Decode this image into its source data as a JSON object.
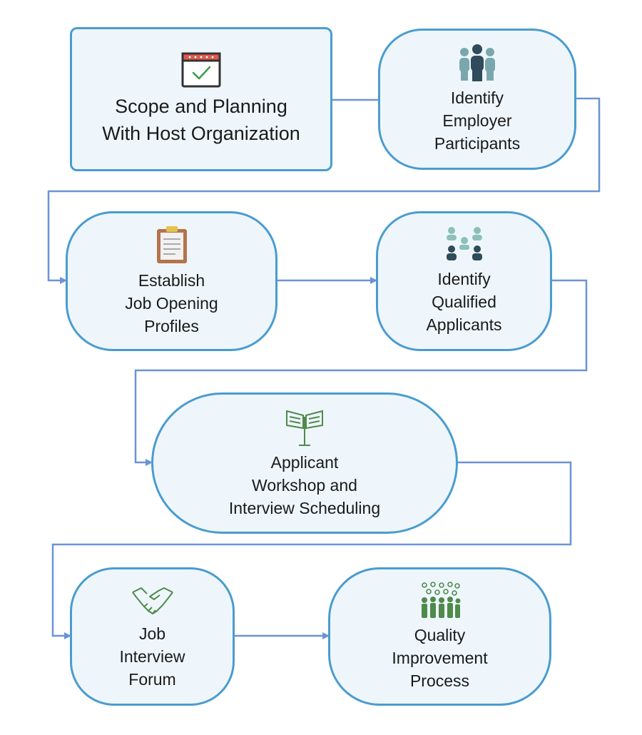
{
  "steps": [
    {
      "label": "Scope and Planning\nWith Host Organization",
      "icon": "calendar-check-icon"
    },
    {
      "label": "Identify\nEmployer\nParticipants",
      "icon": "people-group-icon"
    },
    {
      "label": "Establish\nJob Opening\nProfiles",
      "icon": "clipboard-icon"
    },
    {
      "label": "Identify\nQualified\nApplicants",
      "icon": "team-meeting-icon"
    },
    {
      "label": "Applicant\nWorkshop and\nInterview Scheduling",
      "icon": "signpost-icon"
    },
    {
      "label": "Job\nInterview\nForum",
      "icon": "handshake-icon"
    },
    {
      "label": "Quality\nImprovement\nProcess",
      "icon": "crowd-icon"
    }
  ],
  "colors": {
    "node_fill": "#eef6fc",
    "node_border": "#4a9ccf",
    "connector": "#6b93d6",
    "icon_green": "#4f8a4a"
  }
}
